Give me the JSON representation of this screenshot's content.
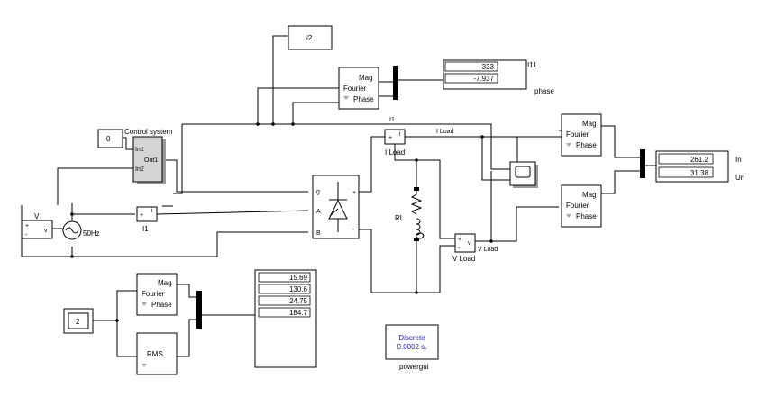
{
  "blocks": {
    "i2_goto": "i2",
    "constant_zero": "0",
    "control_system": {
      "title": "Control system",
      "in1": "In1",
      "in2": "In2",
      "out1": "Out1"
    },
    "voltage_meas_v": {
      "title": "V",
      "plus": "+",
      "minus": "-",
      "v": "v"
    },
    "source_freq": "50Hz",
    "current_meas_i1": {
      "plus": "+",
      "i": "i",
      "label": "I1"
    },
    "fourier_top": {
      "mag": "Mag",
      "name": "Fourier",
      "phase": "Phase"
    },
    "display_i11": {
      "values": [
        "333",
        "-7.937"
      ],
      "label": "I11",
      "sublabel": "phase"
    },
    "i1_label": "I1",
    "i_load_wire": "I Load",
    "i_load_meas": {
      "plus": "+",
      "i": "i",
      "label": "I Load"
    },
    "thyristor": {
      "g": "g",
      "a": "A",
      "b": "B",
      "plus": "+",
      "minus": "-"
    },
    "rl_load": "RL",
    "v_load_meas": {
      "plus": "+",
      "minus": "-",
      "v": "v",
      "label": "V Load",
      "wire": "V Load"
    },
    "fourier_right1": {
      "mag": "Mag",
      "name": "Fourier",
      "phase": "Phase"
    },
    "fourier_right2": {
      "mag": "Mag",
      "name": "Fourier",
      "phase": "Phase"
    },
    "display_in_un": {
      "values": [
        "261.2",
        "31.38"
      ],
      "labels": [
        "In",
        "Un"
      ]
    },
    "constant_two": "2",
    "fourier_bottom": {
      "mag": "Mag",
      "name": "Fourier",
      "phase": "Phase"
    },
    "rms": "RMS",
    "display_bottom": {
      "values": [
        "15.69",
        "130.6",
        "24.75",
        "184.7"
      ]
    },
    "powergui": {
      "line1": "Discrete",
      "line2": "0.0002 s.",
      "label": "powergui"
    }
  },
  "colors": {
    "powergui_text": "#1a1aa6",
    "shadow": "#9a9a9a",
    "wire": "#000000"
  }
}
